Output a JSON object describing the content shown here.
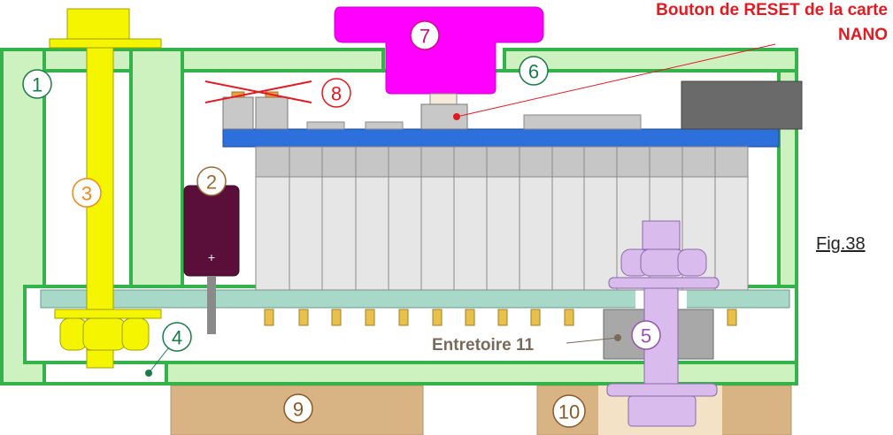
{
  "annotations": {
    "reset_line1": "Bouton de RESET de la carte",
    "reset_line2": "NANO",
    "spacer_label": "Entretoire 11",
    "figure_label": "Fig.38",
    "plus_sign": "+"
  },
  "markers": {
    "m1": "1",
    "m2": "2",
    "m3": "3",
    "m4": "4",
    "m5": "5",
    "m6": "6",
    "m7": "7",
    "m8": "8",
    "m9": "9",
    "m10": "10"
  },
  "colors": {
    "frame_green": "#33b34a",
    "frame_fill": "#cdf2c0",
    "bolt_yellow": "#f5f500",
    "bolt_purple": "#d9bbee",
    "knob_magenta": "#ff00ff",
    "board_blue": "#2d6fdb",
    "pcb_teal": "#a8d8c8",
    "foot_tan": "#d8b484",
    "grey_block": "#6a6a6a",
    "accent_red": "#e11b22",
    "text_grey": "#7a6a5a"
  },
  "marker_colors": {
    "m1": "#1d7a4a",
    "m2": "#9a6a3a",
    "m3": "#f08a1c",
    "m4": "#1d7a4a",
    "m5": "#9a52b0",
    "m6": "#1d7a4a",
    "m7": "#cc1088",
    "m8": "#e11b22",
    "m9": "#8a5a2a",
    "m10": "#8a5a2a"
  }
}
